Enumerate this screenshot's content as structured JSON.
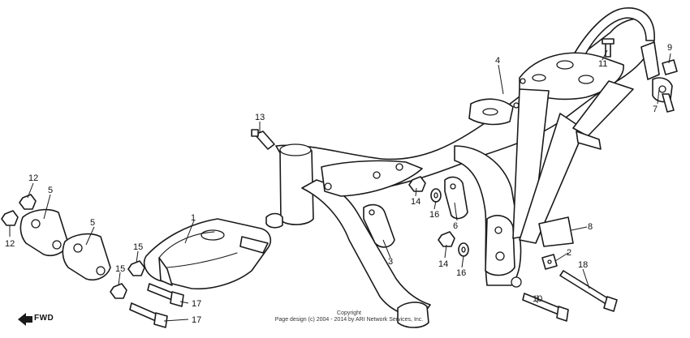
{
  "copyright": {
    "line1": "Copyright",
    "line2": "Page design (c) 2004 - 2014 by ARI Network Services, Inc."
  },
  "direction": {
    "label": "FWD"
  },
  "callouts": [
    "1",
    "2",
    "3",
    "4",
    "5",
    "5",
    "6",
    "7",
    "8",
    "9",
    "10",
    "11",
    "12",
    "12",
    "13",
    "14",
    "14",
    "15",
    "15",
    "16",
    "16",
    "17",
    "17",
    "18"
  ],
  "icons": [
    "forward-arrow-icon"
  ],
  "colors": {
    "ink": "#1a1a1a",
    "background": "#ffffff"
  }
}
